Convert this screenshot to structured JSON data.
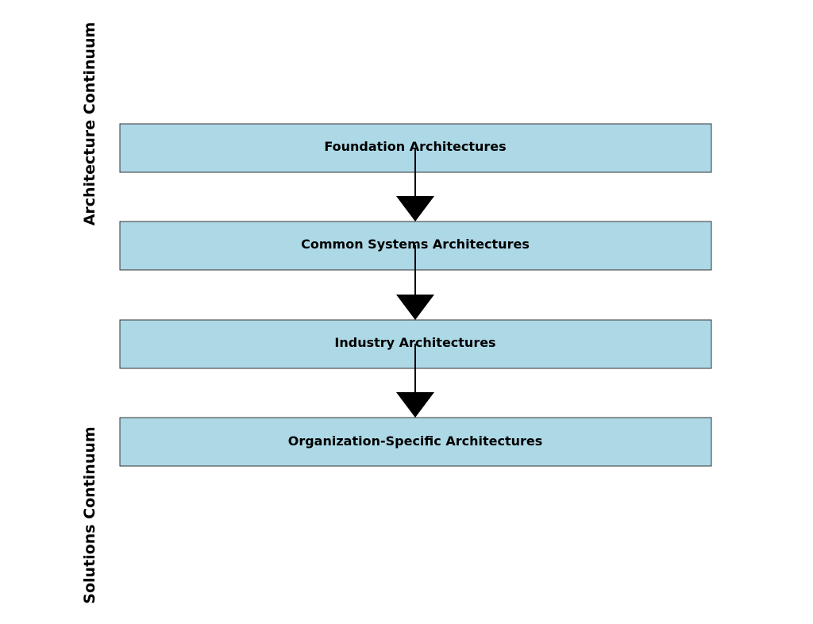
{
  "diagram": {
    "left_labels": {
      "top": "Architecture Continuum",
      "bottom": "Solutions Continuum"
    },
    "layers": [
      {
        "label": "Foundation Architectures"
      },
      {
        "label": "Common Systems Architectures"
      },
      {
        "label": "Industry Architectures"
      },
      {
        "label": "Organization-Specific Architectures"
      }
    ],
    "colors": {
      "box_fill": "#add8e6",
      "box_stroke": "#333333",
      "arrow": "#000000"
    }
  }
}
